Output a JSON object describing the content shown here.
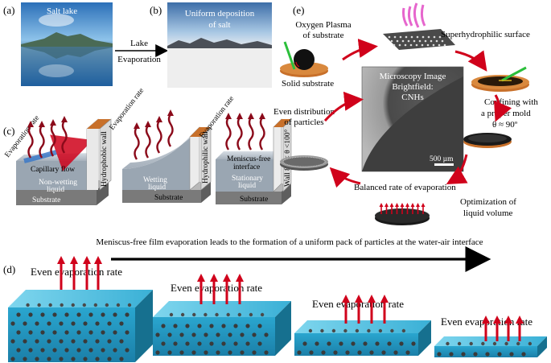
{
  "panels": {
    "a": "(a)",
    "b": "(b)",
    "c": "(c)",
    "d": "(d)",
    "e": "(e)"
  },
  "panel_a": {
    "title": "Salt lake"
  },
  "arrow_ab": {
    "line1": "Lake",
    "line2": "Evaporation"
  },
  "panel_b": {
    "line1": "Uniform deposition",
    "line2": "of salt"
  },
  "panel_c": {
    "block1": {
      "evap": "Evaporation rate",
      "wall": "Hydrophobic wall",
      "flow": "Capillary flow",
      "liquid1": "Non-wetting",
      "liquid2": "liquid",
      "substrate": "Substrate"
    },
    "block2": {
      "evap": "Evaporation rate",
      "wall": "Hydrophilic wall",
      "liquid1": "Wetting",
      "liquid2": "liquid",
      "substrate": "Substrate"
    },
    "block3": {
      "evap": "Evaporation rate",
      "wall": "Wall 80°< θ <100°",
      "iface1": "Meniscus-free",
      "iface2": "interface",
      "liquid1": "Stationary",
      "liquid2": "liquid",
      "substrate": "Substrate"
    }
  },
  "panel_d": {
    "caption": "Meniscus-free film evaporation leads to the formation of a uniform pack of particles at the water-air interface",
    "labels": [
      "Even evaporation rate",
      "Even evaporation rate",
      "Even evaporation rate",
      "Even evaporation rate"
    ]
  },
  "panel_e": {
    "oxygen1": "Oxygen Plasma",
    "oxygen2": "of substrate",
    "superhydro": "Superhydrophilic surface",
    "solid": "Solid substrate",
    "confine1": "Confining with",
    "confine2": "a proper mold",
    "confine3": "θ ≈ 90º",
    "micro1": "Microscopy Image",
    "micro2": "Brightfield:",
    "micro3": "CNHs",
    "scale": "500 µm",
    "even1": "Even distribution",
    "even2": "of particles",
    "balanced": "Balanced rate of evaporation",
    "opt1": "Optimization of",
    "opt2": "liquid volume"
  },
  "colors": {
    "arrow_red": "#d0021b",
    "water": "#3db8d8",
    "wall_top": "#c8702a",
    "substrate": "#808080"
  }
}
